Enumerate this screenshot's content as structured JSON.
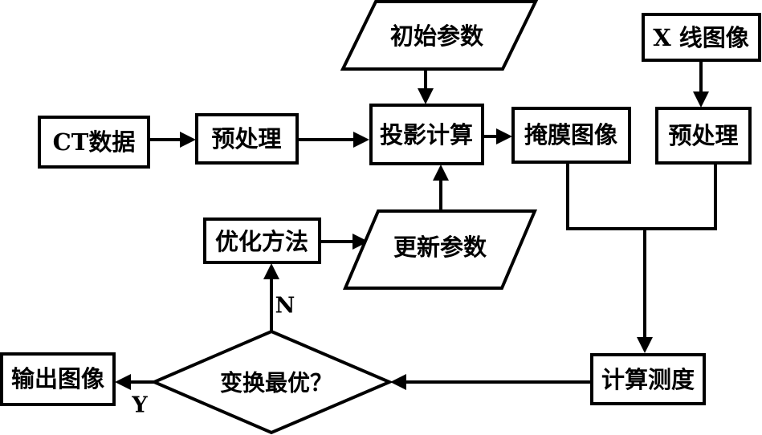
{
  "nodes": {
    "ct_data": "CT数据",
    "preprocess_left": "预处理",
    "initial_params": "初始参数",
    "projection": "投影计算",
    "mask_image": "掩膜图像",
    "xray_image": "X 线图像",
    "preprocess_right": "预处理",
    "optimize_method": "优化方法",
    "update_params": "更新参数",
    "compute_measure": "计算测度",
    "decision": "变换最优？",
    "output_image": "输出图像"
  },
  "edge_labels": {
    "no": "N",
    "yes": "Y"
  }
}
